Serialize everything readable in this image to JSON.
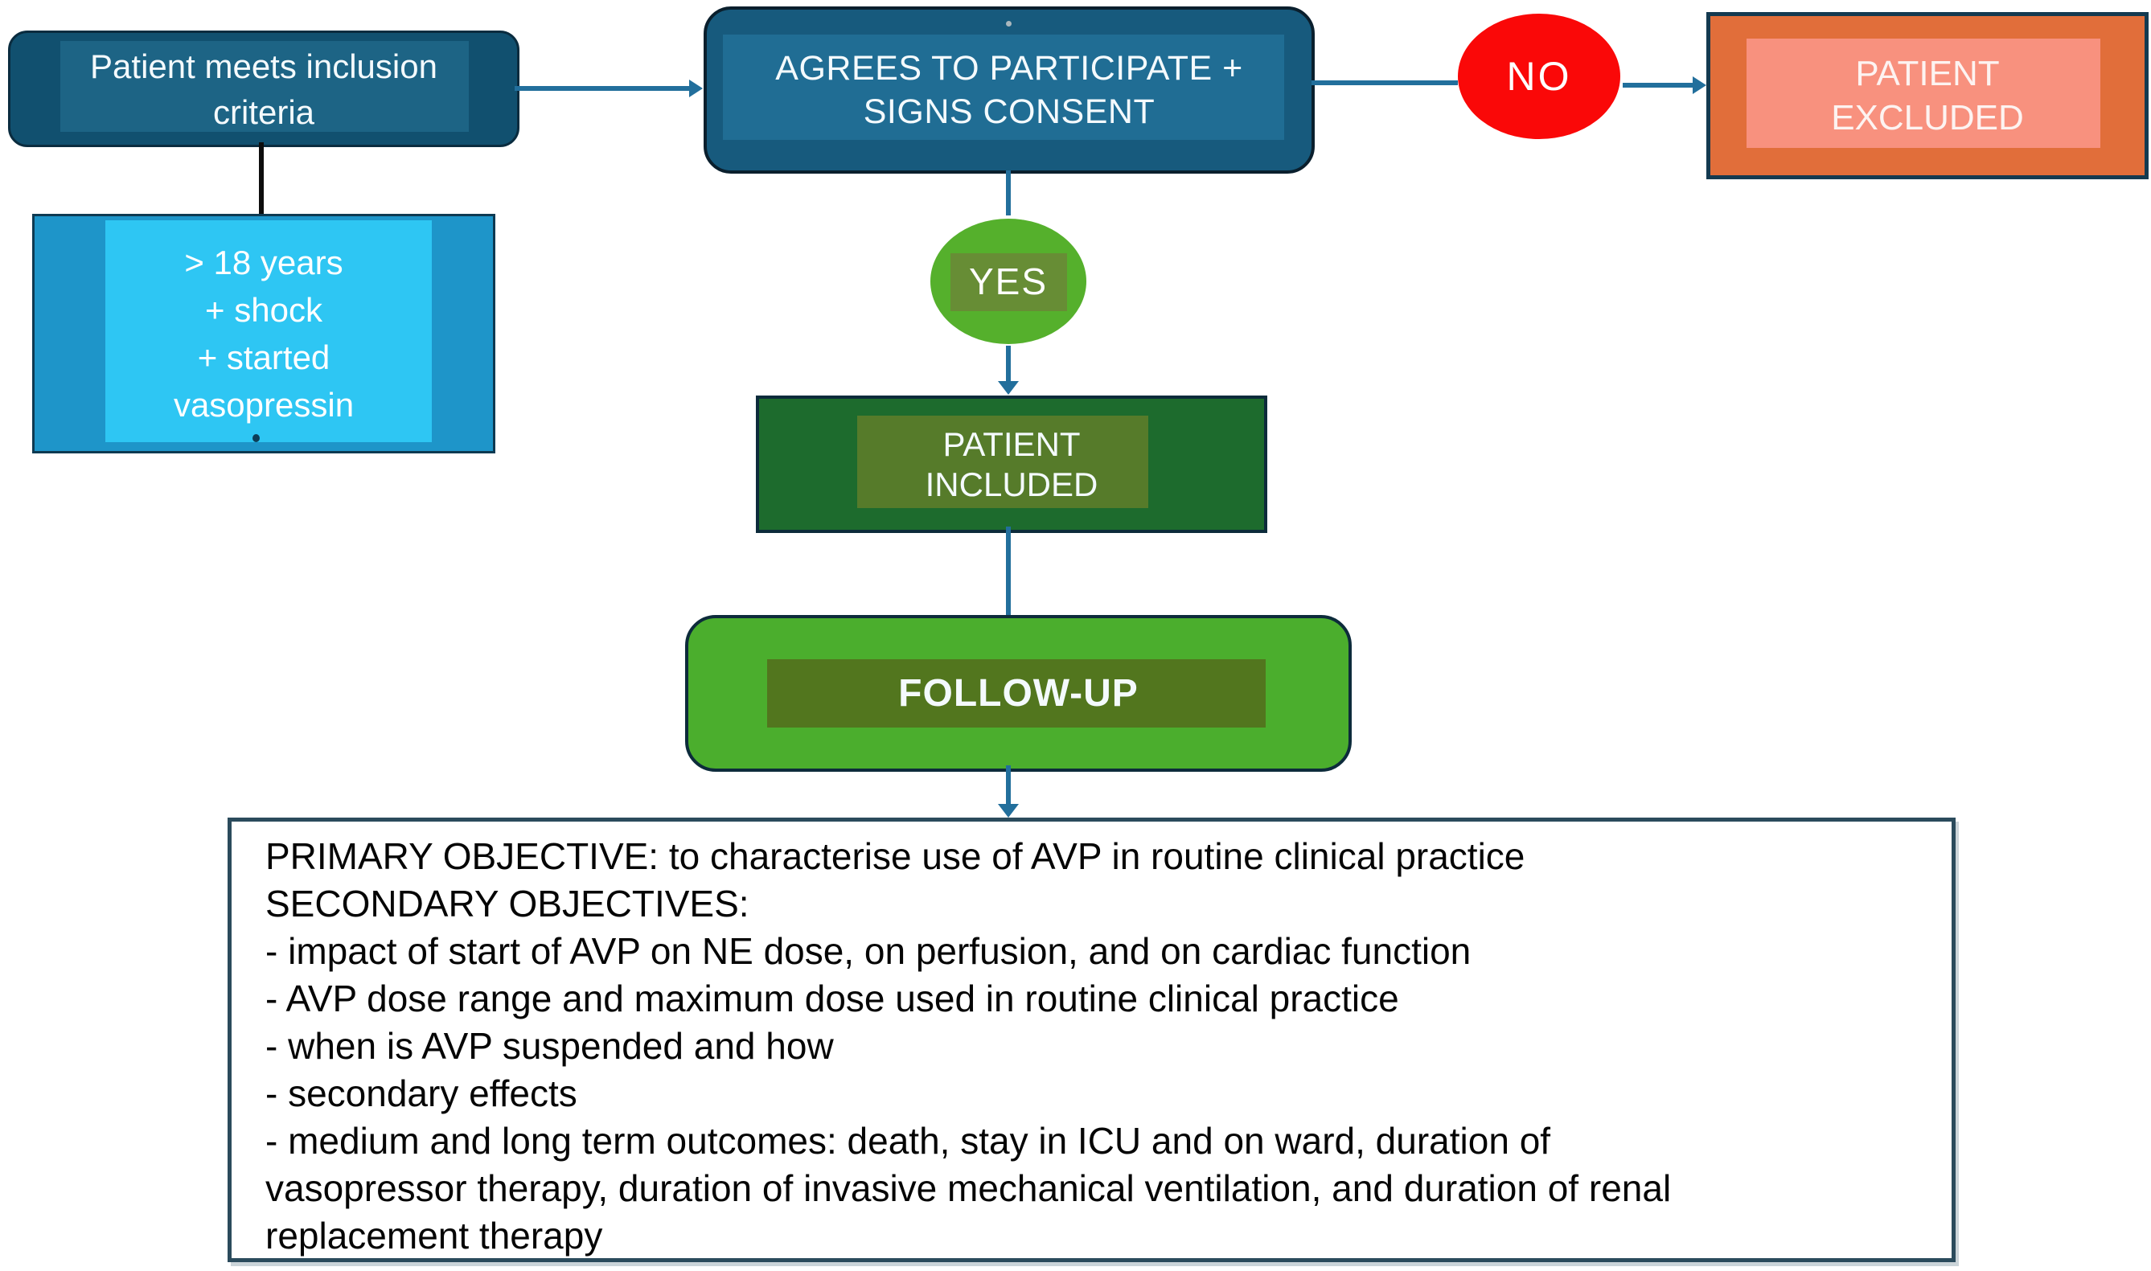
{
  "flow": {
    "inclusion": {
      "line1": "Patient meets inclusion",
      "line2": "criteria"
    },
    "criteria": {
      "line1": "> 18 years",
      "line2": "+ shock",
      "line3": "+ started",
      "line4": "vasopressin",
      "truncated_period": "."
    },
    "consent": {
      "line1": "AGREES TO PARTICIPATE +",
      "line2": "SIGNS CONSENT"
    },
    "decision_no": {
      "label": "NO"
    },
    "excluded": {
      "line1": "PATIENT",
      "line2": "EXCLUDED"
    },
    "decision_yes": {
      "label": "YES"
    },
    "included": {
      "line1": "PATIENT",
      "line2": "INCLUDED"
    },
    "followup": {
      "label": "FOLLOW-UP"
    },
    "objectives": {
      "lines": [
        "PRIMARY OBJECTIVE: to characterise use of AVP in routine clinical practice",
        "SECONDARY OBJECTIVES:",
        "- impact of start of AVP on NE dose, on perfusion, and on cardiac function",
        "- AVP dose range and maximum dose used in routine clinical practice",
        "- when is AVP suspended and how",
        "- secondary effects",
        "- medium and long term outcomes: death, stay in ICU and on ward, duration of",
        "vasopressor therapy, duration of invasive mechanical ventilation, and duration of renal",
        "replacement therapy"
      ]
    },
    "colors": {
      "inclusion_fill": "#11506f",
      "inclusion_panel": "#1d6485",
      "criteria_fill": "#1e95c9",
      "criteria_panel": "#2ec6f3",
      "consent_fill": "#175a7d",
      "consent_panel": "#206d94",
      "no_fill": "#fa0808",
      "excluded_fill": "#e16e3a",
      "excluded_panel": "#f8917e",
      "yes_fill": "#55b02c",
      "yes_panel": "#678d35",
      "included_fill": "#1d6b2d",
      "included_panel": "#567b2a",
      "followup_fill": "#4bae2d",
      "followup_panel": "#52761e",
      "connector": "#226f9c",
      "connector_black": "#0d0d0d",
      "objectives_border": "#2b4b5c"
    }
  }
}
